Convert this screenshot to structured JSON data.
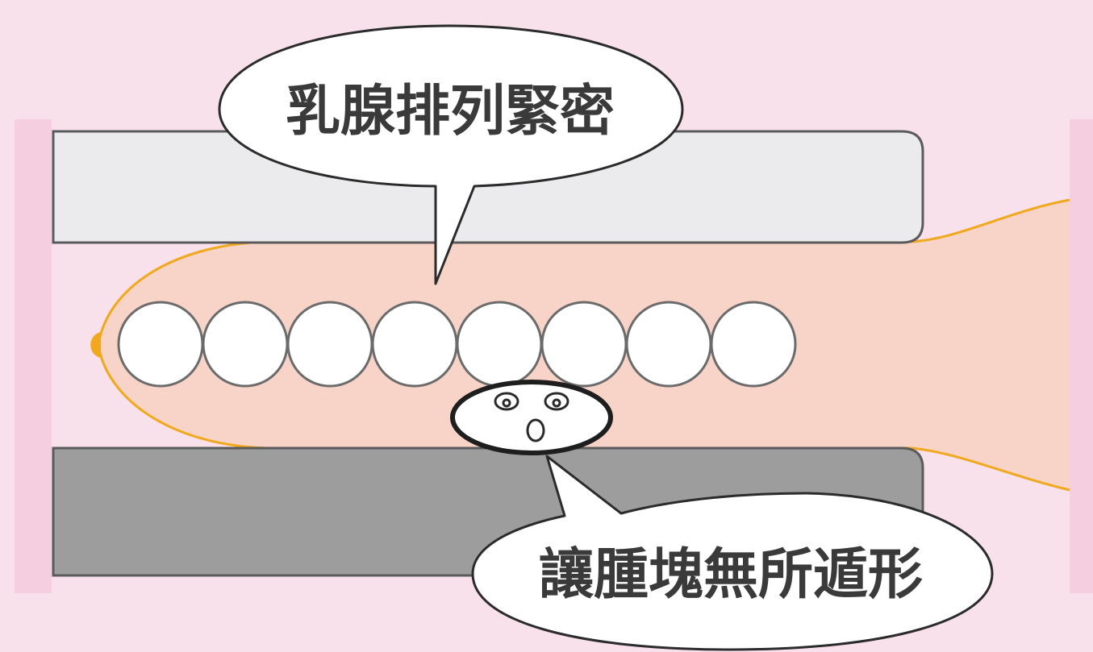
{
  "callouts": {
    "top": "乳腺排列緊密",
    "bottom": "讓腫塊無所遁形"
  },
  "colors": {
    "background": "#f8e1ea",
    "side_bars": "#f5cfe0",
    "upper_plate": "#ebebed",
    "lower_plate": "#9d9d9d",
    "breast_tissue": "#f8d3c7",
    "outline_orange": "#f0a81c",
    "gland_fill": "#ffffff"
  },
  "icons": {
    "gland_circle": "circle",
    "lump": "surprised-face-icon"
  },
  "counts": {
    "glands": 8
  }
}
